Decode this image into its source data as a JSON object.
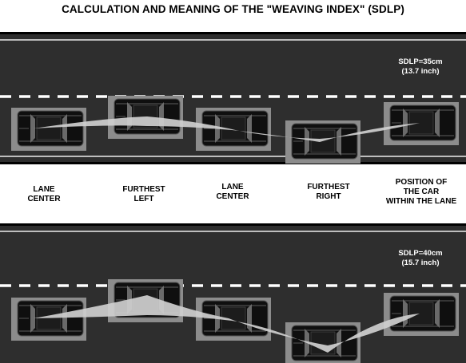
{
  "title": "CALCULATION AND MEANING OF THE \"WEAVING INDEX\" (SDLP)",
  "colors": {
    "road": "#2e2e2e",
    "car_body": "#111111",
    "car_shadow": "#8c8c8c",
    "lane_dash": "#ffffff",
    "weave_fill": "#cfcfcf"
  },
  "top_panel": {
    "sdlp_line1": "SDLP=35cm",
    "sdlp_line2": "(13.7 inch)"
  },
  "bottom_panel": {
    "sdlp_line1": "SDLP=40cm",
    "sdlp_line2": "(15.7 inch)"
  },
  "labels": [
    {
      "line1": "LANE",
      "line2": "CENTER",
      "line3": ""
    },
    {
      "line1": "FURTHEST",
      "line2": "LEFT",
      "line3": ""
    },
    {
      "line1": "LANE",
      "line2": "CENTER",
      "line3": ""
    },
    {
      "line1": "FURTHEST",
      "line2": "RIGHT",
      "line3": ""
    },
    {
      "line1": "POSITION OF",
      "line2": "THE CAR",
      "line3": "WITHIN THE LANE"
    }
  ]
}
